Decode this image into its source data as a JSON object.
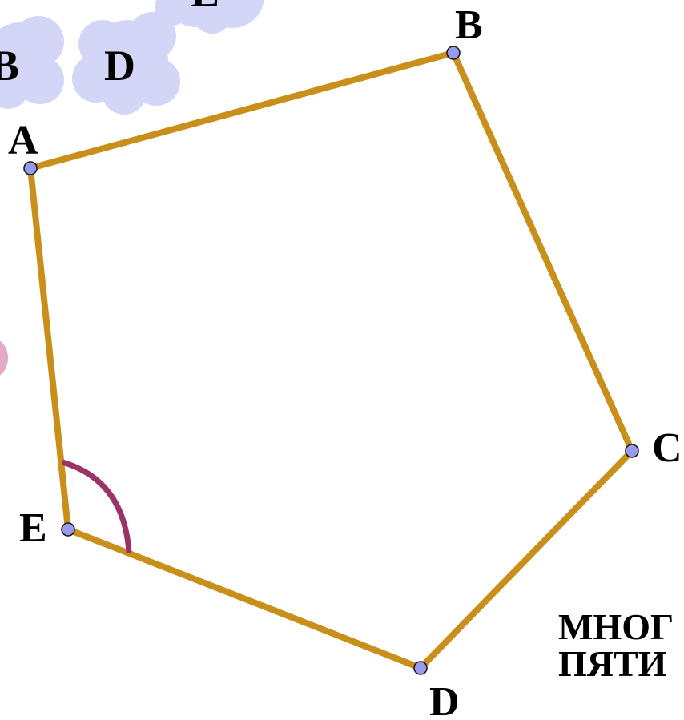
{
  "colors": {
    "edge": "#C8901A",
    "angle_arc": "#9A3366",
    "vertex_fill": "#9999EE",
    "vertex_stroke": "#1a1a1a",
    "cloud": "#D3D6F6",
    "pink_blob": "#E4A8C8"
  },
  "vertices": {
    "a": "A",
    "b": "B",
    "c": "C",
    "d": "D",
    "e": "E"
  },
  "clouds": {
    "left": "B",
    "middle": "D",
    "top": "E"
  },
  "caption": {
    "line1": "МНОГ",
    "line2": "ПЯТИ"
  }
}
